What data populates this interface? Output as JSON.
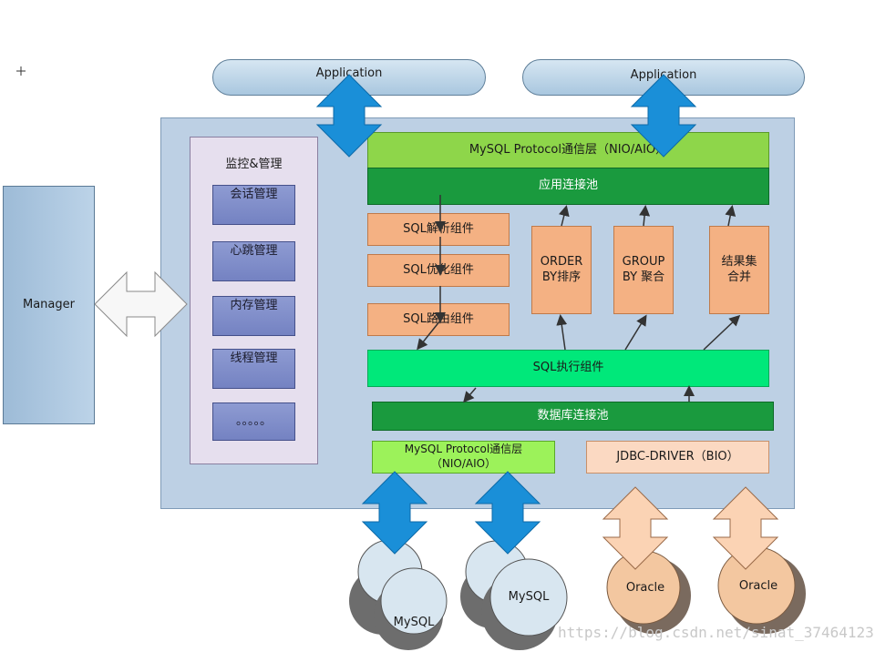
{
  "apps": [
    "Application",
    "Application"
  ],
  "manager": "Manager",
  "monitor": {
    "title": "监控&管理",
    "items": [
      "会话管理",
      "心跳管理",
      "内存管理",
      "线程管理",
      "。。。。。"
    ]
  },
  "protocol_top": "MySQL Protocol通信层（NIO/AIO）",
  "app_pool": "应用连接池",
  "sql_components": [
    "SQL解析组件",
    "SQL优化组件",
    "SQL路由组件"
  ],
  "result_components": [
    "ORDER BY排序",
    "GROUP BY 聚合",
    "结果集合并"
  ],
  "executor": "SQL执行组件",
  "db_pool": "数据库连接池",
  "protocol_bottom": "MySQL Protocol通信层（NIO/AIO）",
  "jdbc": "JDBC-DRIVER（BIO）",
  "databases": [
    "MySQL",
    "MySQL",
    "Oracle",
    "Oracle"
  ],
  "watermark": "https://blog.csdn.net/sinat_37464123",
  "colors": {
    "blue_arrow": "#1a8fd8",
    "peach_arrow": "#fbd3b4",
    "orange_box": "#f4b183",
    "green_top": "#8ed64a",
    "green_dark": "#1a9a3e",
    "green_exec": "#00e87a"
  }
}
